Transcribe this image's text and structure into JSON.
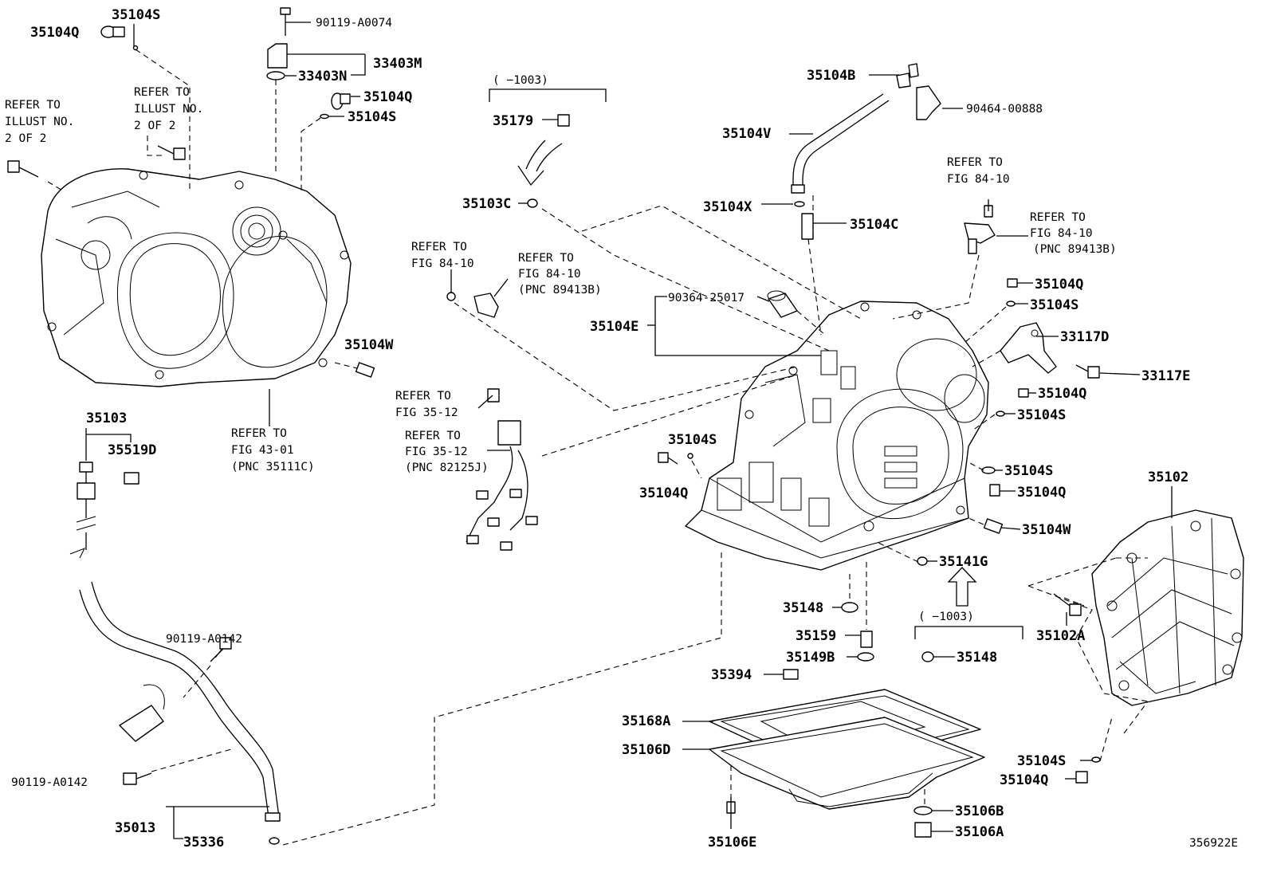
{
  "diagram": {
    "figure_number": "356922E",
    "date_range_label": "(    −1003)",
    "labels": {
      "p35104S_tl": "35104S",
      "p35104Q_tl": "35104Q",
      "p90119A0074": "90119-A0074",
      "p33403M": "33403M",
      "p33403N": "33403N",
      "p35104Q_t2": "35104Q",
      "p35104S_t2": "35104S",
      "p35104W_l": "35104W",
      "p35103": "35103",
      "p35519D": "35519D",
      "p90119A0142_a": "90119-A0142",
      "p90119A0142_b": "90119-A0142",
      "p35013": "35013",
      "p35336": "35336",
      "p35179": "35179",
      "p35103C": "35103C",
      "p35104B": "35104B",
      "p90464": "90464-00888",
      "p35104V": "35104V",
      "p35104X": "35104X",
      "p35104C": "35104C",
      "p90364": "90364-25017",
      "p35104E": "35104E",
      "p35104Q_r1": "35104Q",
      "p35104S_r1": "35104S",
      "p33117D": "33117D",
      "p33117E": "33117E",
      "p35104Q_r2": "35104Q",
      "p35104S_r2": "35104S",
      "p35104S_r3": "35104S",
      "p35104Q_r3": "35104Q",
      "p35104W_r": "35104W",
      "p35141G": "35141G",
      "p35104S_c": "35104S",
      "p35104Q_c": "35104Q",
      "p35148_a": "35148",
      "p35159": "35159",
      "p35149B": "35149B",
      "p35148_b": "35148",
      "p35394": "35394",
      "p35168A": "35168A",
      "p35106D": "35106D",
      "p35106E": "35106E",
      "p35106B": "35106B",
      "p35106A": "35106A",
      "p35102": "35102",
      "p35102A": "35102A",
      "p35104S_br": "35104S",
      "p35104Q_br": "35104Q"
    },
    "refs": {
      "ref_illust_1": [
        "REFER TO",
        "ILLUST NO.",
        "2 OF 2"
      ],
      "ref_illust_2": [
        "REFER TO",
        "ILLUST NO.",
        "2 OF 2"
      ],
      "ref_fig4301": [
        "REFER TO",
        "FIG 43-01",
        "(PNC 35111C)"
      ],
      "ref_fig8410_a": [
        "REFER TO",
        "FIG 84-10"
      ],
      "ref_fig8410_b": [
        "REFER TO",
        "FIG 84-10",
        "(PNC 89413B)"
      ],
      "ref_fig3512_a": [
        "REFER TO",
        "FIG 35-12"
      ],
      "ref_fig3512_b": [
        "REFER TO",
        "FIG 35-12",
        "(PNC 82125J)"
      ],
      "ref_fig8410_c": [
        "REFER TO",
        "FIG 84-10"
      ],
      "ref_fig8410_d": [
        "REFER TO",
        "FIG 84-10",
        "(PNC 89413B)"
      ]
    }
  }
}
